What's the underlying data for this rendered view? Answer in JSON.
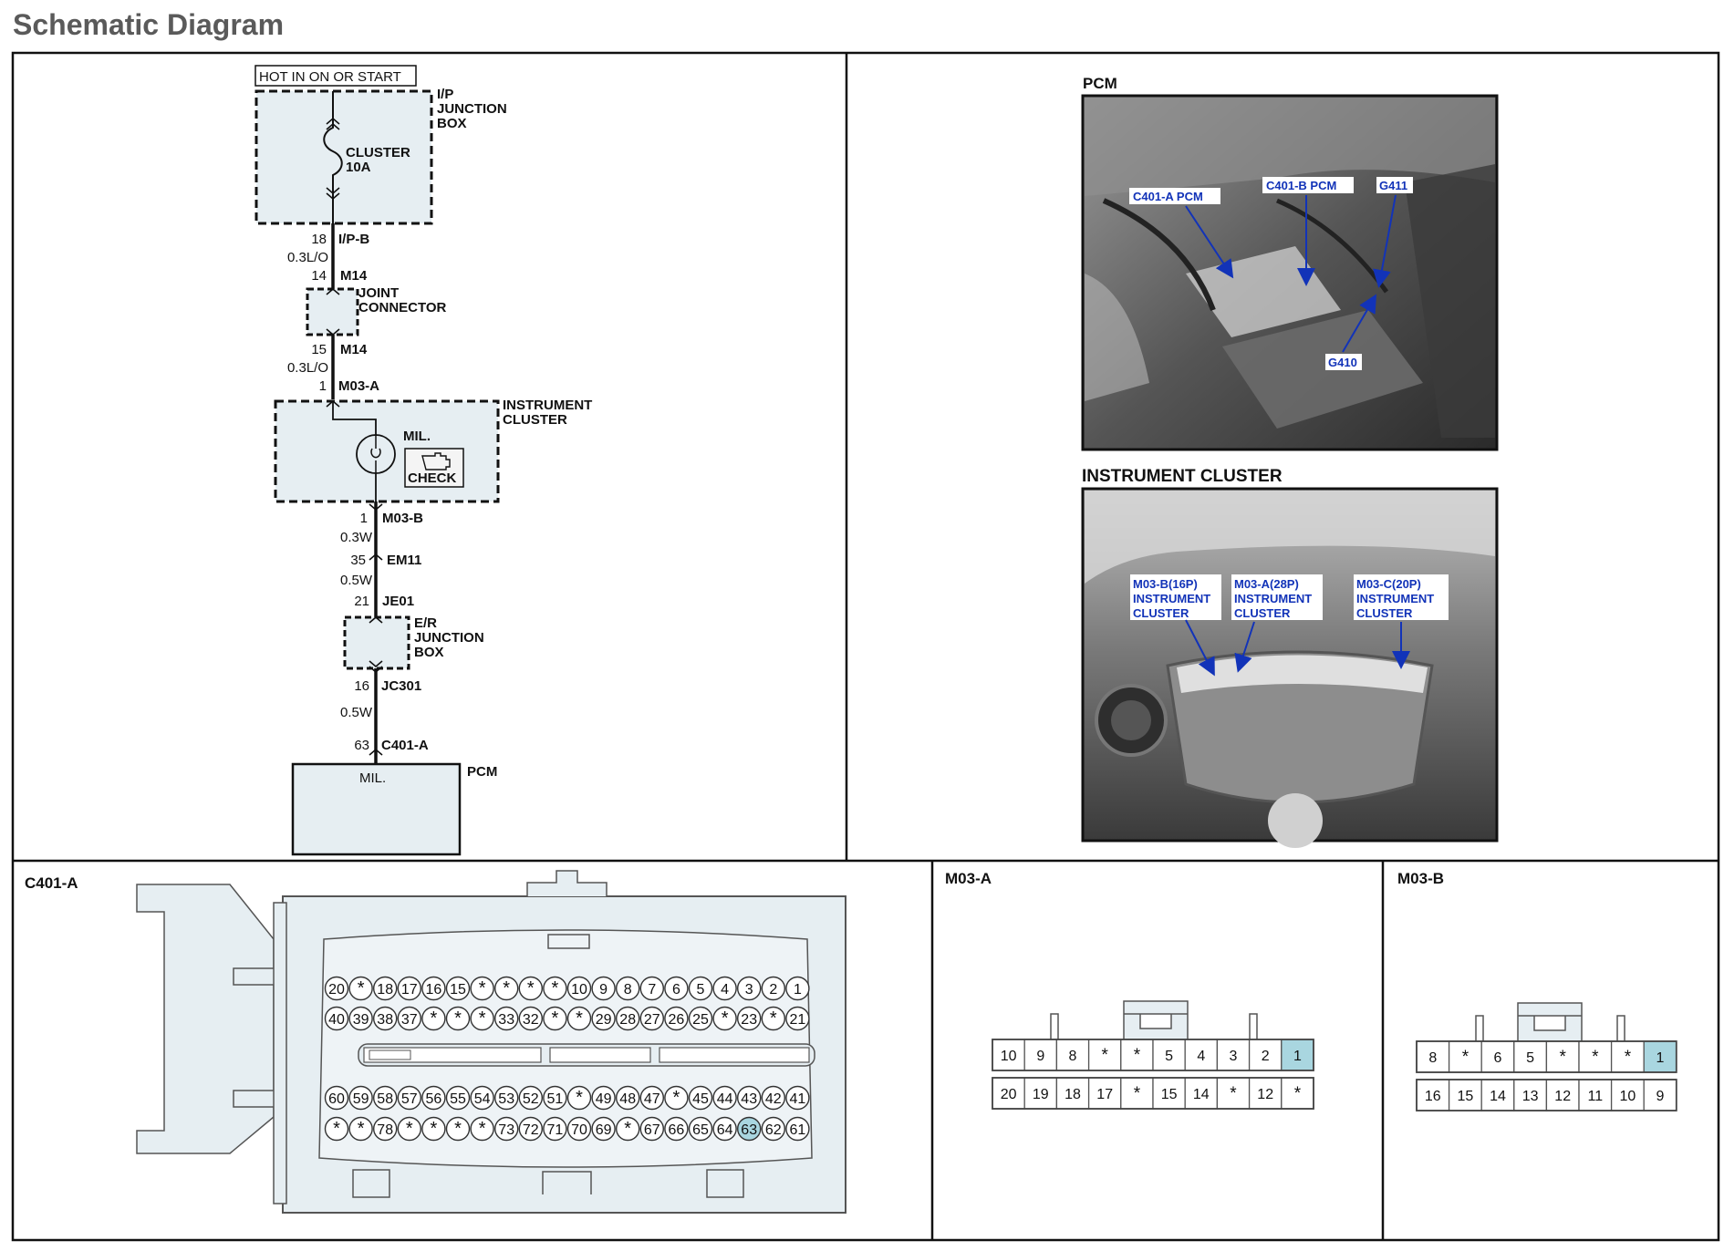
{
  "page": {
    "title": "Schematic Diagram"
  },
  "schematic": {
    "power_label": "HOT IN ON OR START",
    "ip_junction_box": [
      "I/P",
      "JUNCTION",
      "BOX"
    ],
    "fuse": [
      "CLUSTER",
      "10A"
    ],
    "wires": [
      {
        "pin": "18",
        "connector": "I/P-B"
      },
      {
        "spec": "0.3L/O"
      },
      {
        "pin": "14",
        "connector": "M14"
      },
      {
        "pin": "15",
        "connector": "M14"
      },
      {
        "spec": "0.3L/O"
      },
      {
        "pin": "1",
        "connector": "M03-A"
      },
      {
        "pin": "1",
        "connector": "M03-B"
      },
      {
        "spec": "0.3W"
      },
      {
        "pin": "35",
        "connector": "EM11"
      },
      {
        "spec": "0.5W"
      },
      {
        "pin": "21",
        "connector": "JE01"
      },
      {
        "pin": "16",
        "connector": "JC301"
      },
      {
        "spec": "0.5W"
      },
      {
        "pin": "63",
        "connector": "C401-A"
      }
    ],
    "joint_connector": [
      "JOINT",
      "CONNECTOR"
    ],
    "instrument_cluster": [
      "INSTRUMENT",
      "CLUSTER"
    ],
    "mil_label": "MIL.",
    "check_label": "CHECK",
    "er_junction_box": [
      "E/R",
      "JUNCTION",
      "BOX"
    ],
    "pcm_label": "PCM",
    "pcm_inner": "MIL."
  },
  "photos": {
    "pcm_title": "PCM",
    "pcm_callouts": [
      "C401-A PCM",
      "C401-B PCM",
      "G411",
      "G410"
    ],
    "cluster_title": "INSTRUMENT CLUSTER",
    "cluster_callouts": [
      [
        "M03-B(16P)",
        "INSTRUMENT",
        "CLUSTER"
      ],
      [
        "M03-A(28P)",
        "INSTRUMENT",
        "CLUSTER"
      ],
      [
        "M03-C(20P)",
        "INSTRUMENT",
        "CLUSTER"
      ]
    ]
  },
  "connectors": {
    "c401a": {
      "title": "C401-A",
      "rows": [
        [
          "20",
          "*",
          "18",
          "17",
          "16",
          "15",
          "*",
          "*",
          "*",
          "*",
          "10",
          "9",
          "8",
          "7",
          "6",
          "5",
          "4",
          "3",
          "2",
          "1"
        ],
        [
          "40",
          "39",
          "38",
          "37",
          "*",
          "*",
          "*",
          "33",
          "32",
          "*",
          "*",
          "29",
          "28",
          "27",
          "26",
          "25",
          "*",
          "23",
          "*",
          "21"
        ],
        [
          "60",
          "59",
          "58",
          "57",
          "56",
          "55",
          "54",
          "53",
          "52",
          "51",
          "*",
          "49",
          "48",
          "47",
          "*",
          "45",
          "44",
          "43",
          "42",
          "41"
        ],
        [
          "*",
          "*",
          "78",
          "*",
          "*",
          "*",
          "*",
          "73",
          "72",
          "71",
          "70",
          "69",
          "*",
          "67",
          "66",
          "65",
          "64",
          "63",
          "62",
          "61"
        ]
      ],
      "highlight": "63"
    },
    "m03a": {
      "title": "M03-A",
      "rows": [
        [
          "10",
          "9",
          "8",
          "*",
          "*",
          "5",
          "4",
          "3",
          "2",
          "1"
        ],
        [
          "20",
          "19",
          "18",
          "17",
          "*",
          "15",
          "14",
          "*",
          "12",
          "*"
        ]
      ],
      "highlight": "1"
    },
    "m03b": {
      "title": "M03-B",
      "rows": [
        [
          "8",
          "*",
          "6",
          "5",
          "*",
          "*",
          "*",
          "1"
        ],
        [
          "16",
          "15",
          "14",
          "13",
          "12",
          "11",
          "10",
          "9"
        ]
      ],
      "highlight": "1"
    }
  },
  "colors": {
    "box_fill": "#e6eef2",
    "highlight": "#a9d6e0",
    "callout_text": "#1233b8",
    "frame": "#111111"
  }
}
